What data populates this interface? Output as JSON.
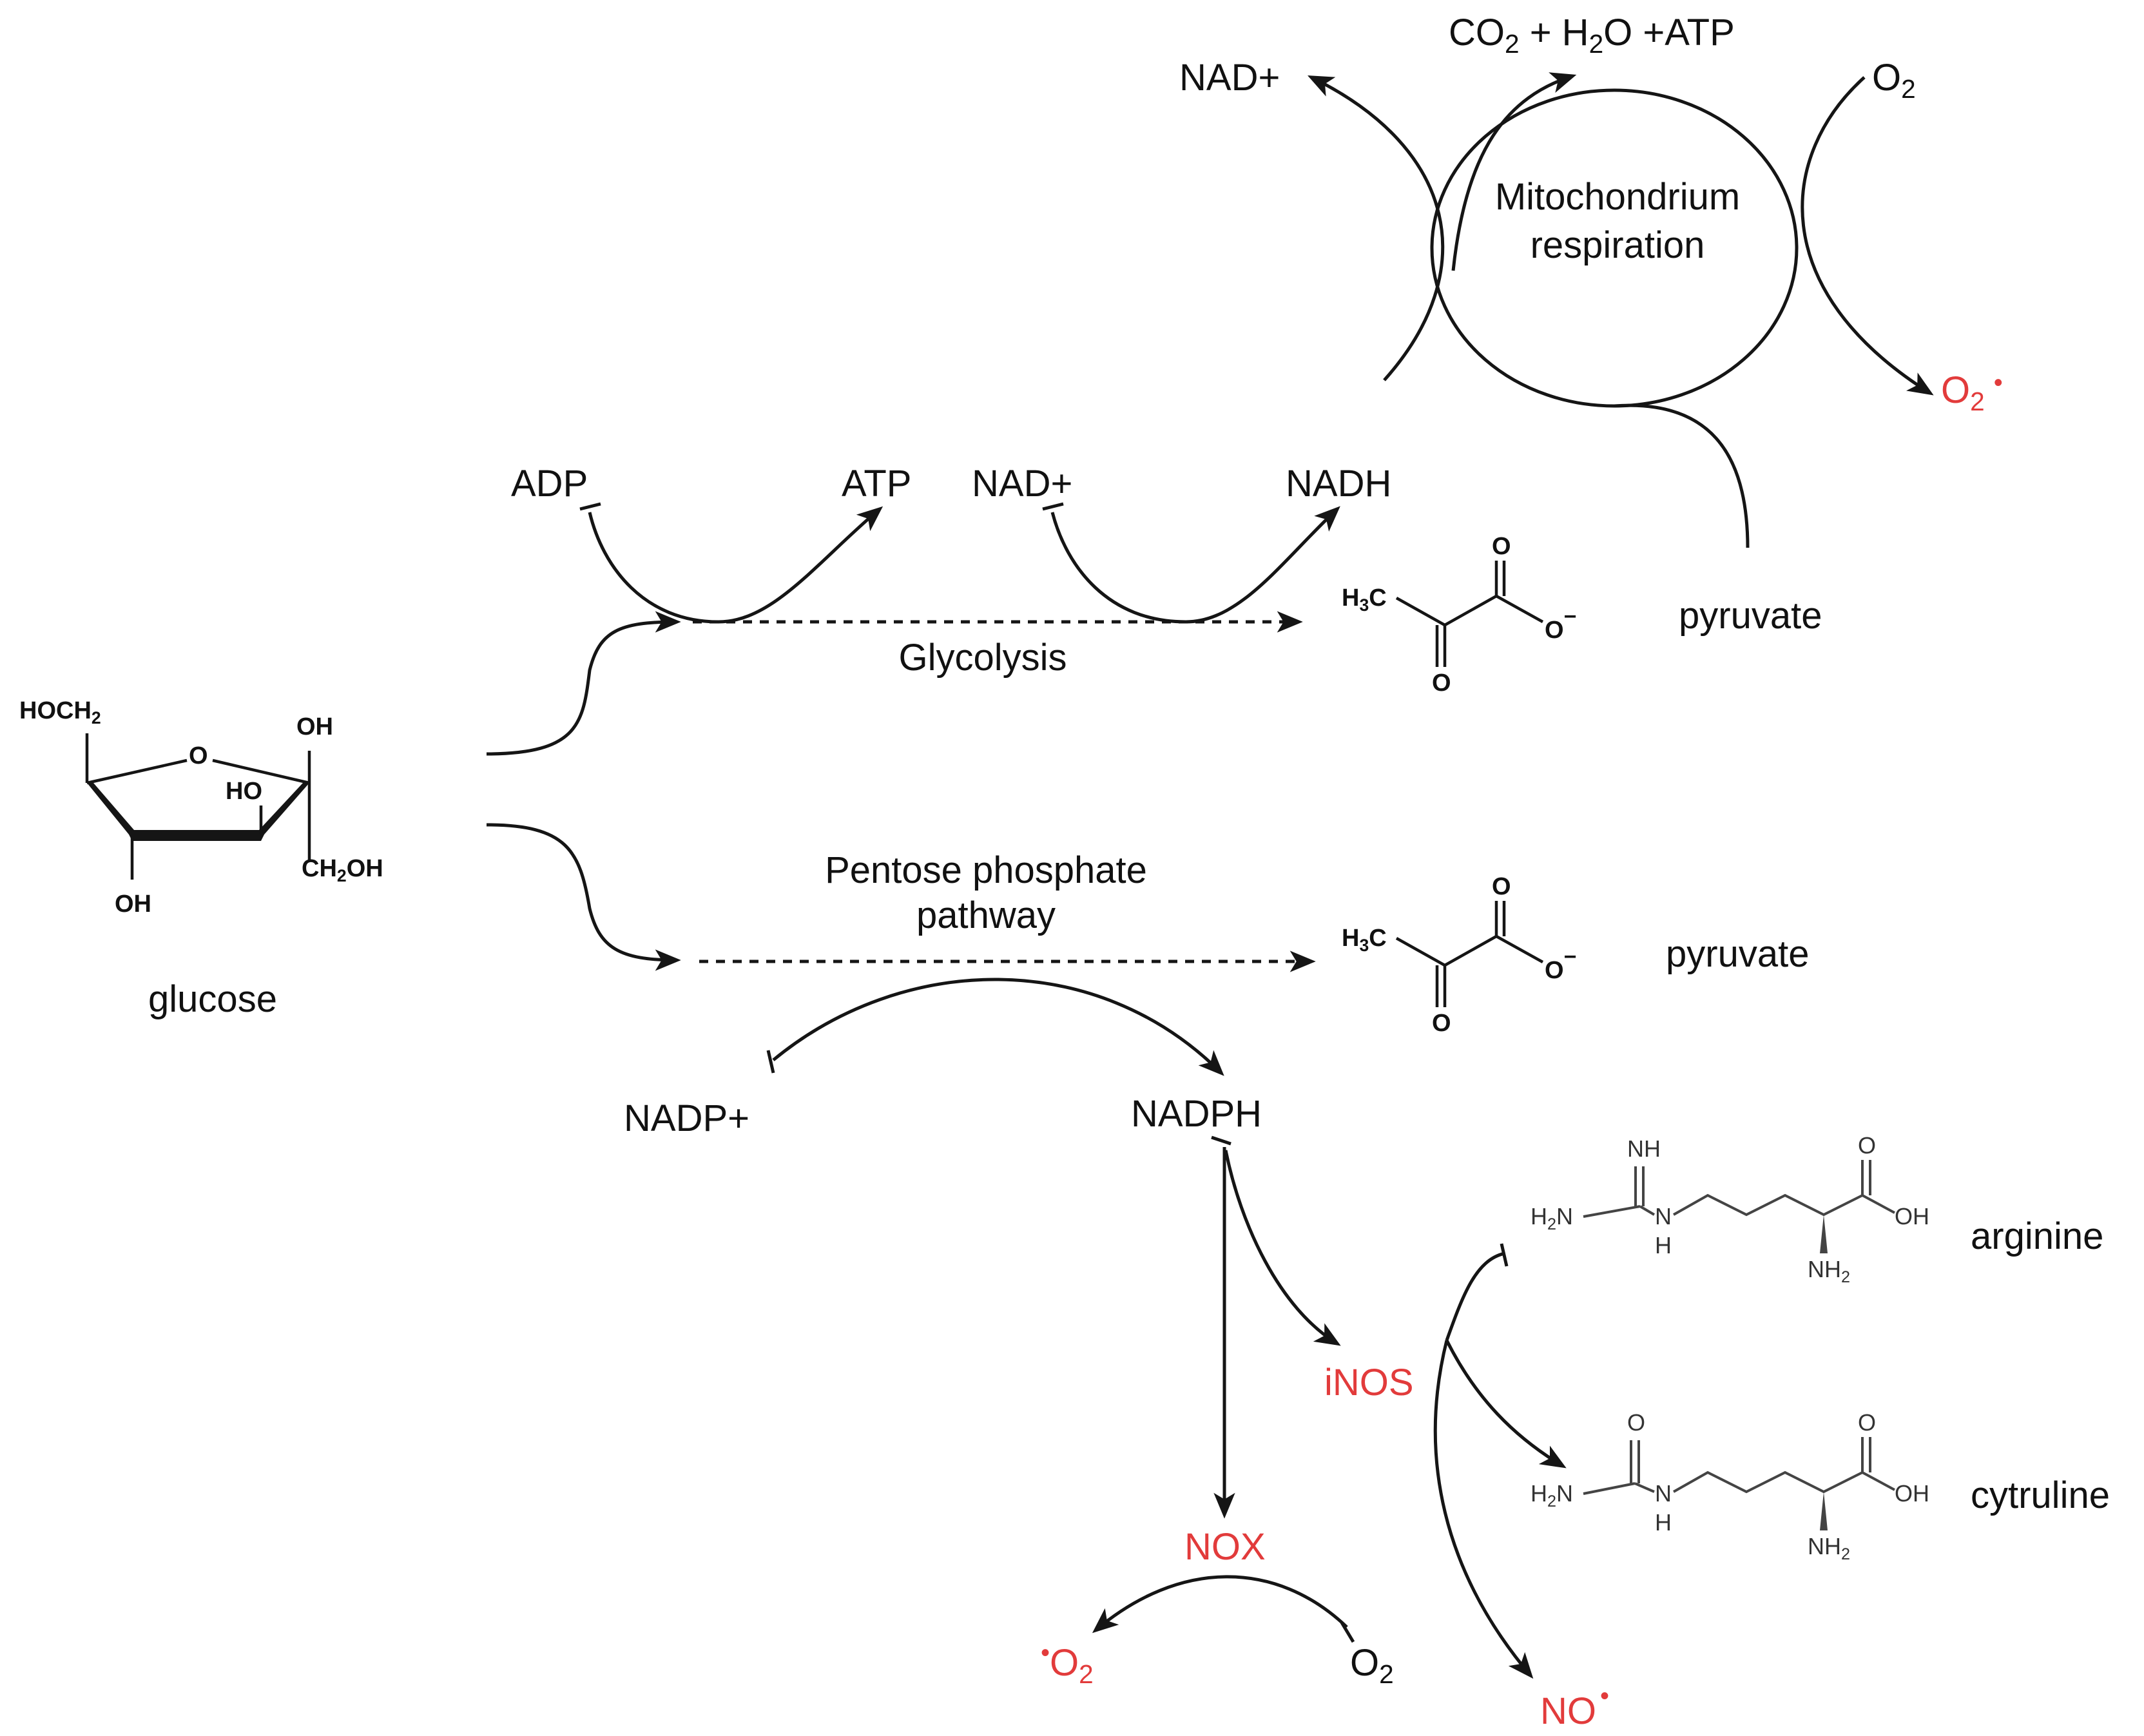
{
  "labels": {
    "nad_plus_top": "NAD+",
    "co2_h2o_atp": "CO2 + H2O +ATP",
    "o2_top": "O2",
    "mito_line1": "Mitochondrium",
    "mito_line2": "respiration",
    "superoxide_top": "O2",
    "adp": "ADP",
    "atp": "ATP",
    "nad_plus": "NAD+",
    "nadh": "NADH",
    "glycolysis": "Glycolysis",
    "pyruvate_1": "pyruvate",
    "pyruvate_2": "pyruvate",
    "pentose_line1": "Pentose phosphate",
    "pentose_line2": "pathway",
    "glucose": "glucose",
    "nadp_plus": "NADP+",
    "nadph": "NADPH",
    "inos": "iNOS",
    "nox": "NOX",
    "superoxide_bottom": "O2",
    "o2_bottom": "O2",
    "no_radical": "NO",
    "arginine": "arginine",
    "cytruline": "cytruline"
  },
  "glucose_structure": {
    "hoch2": "HOCH2",
    "ring_o": "O",
    "oh_right": "OH",
    "ho_inner": "HO",
    "ch2oh": "CH2OH",
    "oh_bottom": "OH"
  },
  "pyruvate_structure": {
    "h3c": "H3C",
    "o_top": "O",
    "o_minus": "O",
    "o_bottom": "O"
  },
  "arginine_structure": {
    "nh": "NH",
    "h2n": "H2N",
    "n": "N",
    "h": "H",
    "o": "O",
    "oh": "OH",
    "nh2": "NH2"
  },
  "cytruline_structure": {
    "o_left": "O",
    "h2n": "H2N",
    "n": "N",
    "h": "H",
    "o_right": "O",
    "oh": "OH",
    "nh2": "NH2"
  },
  "colors": {
    "text": "#111111",
    "highlight": "#e23b3b",
    "line": "#151515"
  }
}
